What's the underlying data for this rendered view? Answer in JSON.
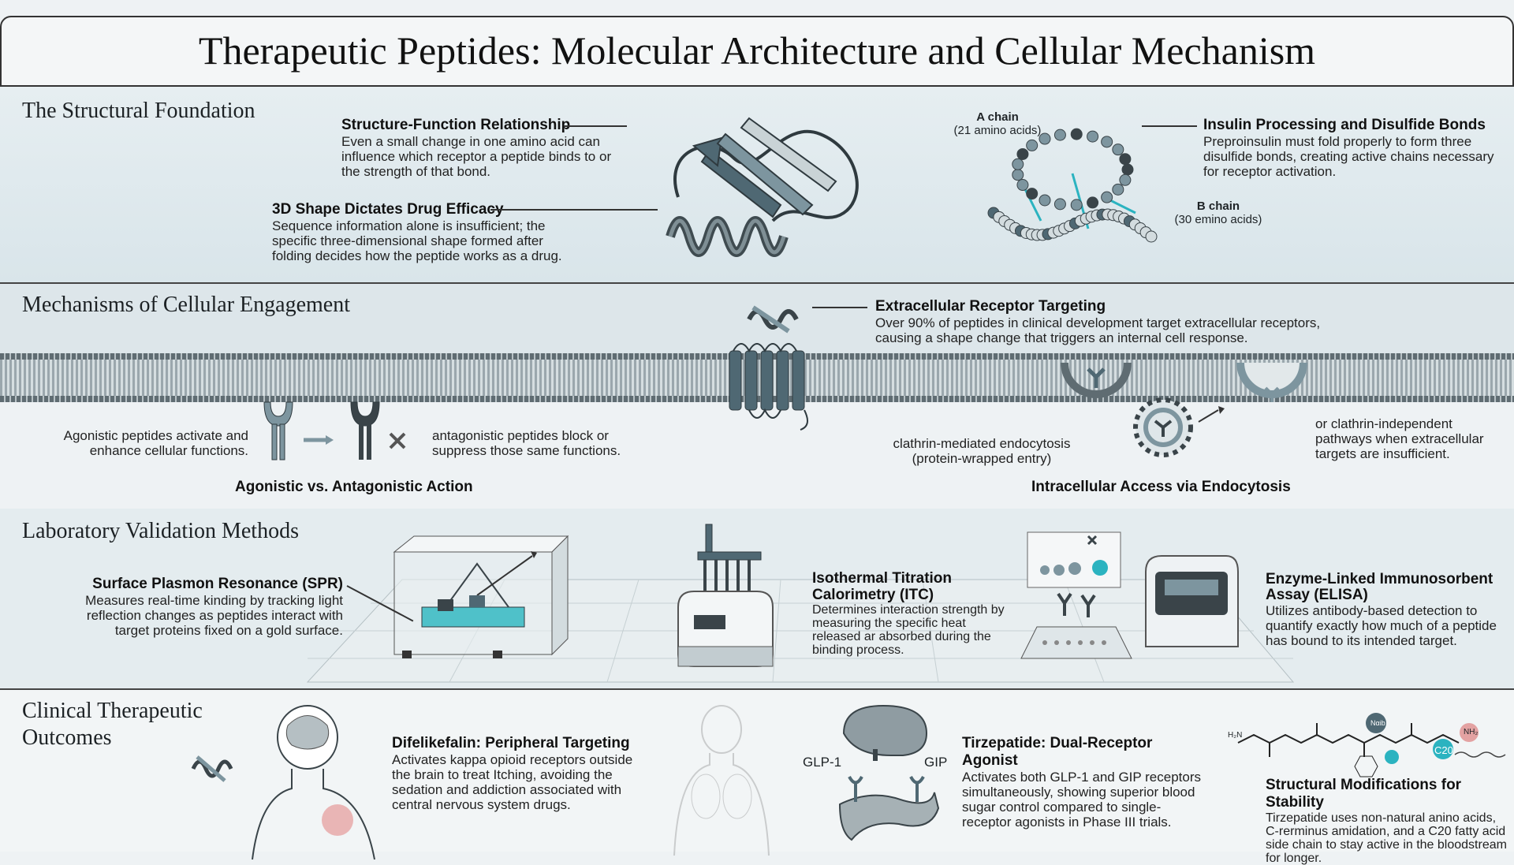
{
  "title": "Therapeutic Peptides: Molecular Architecture and Cellular Mechanism",
  "sections": {
    "structural": {
      "title": "The Structural Foundation",
      "structure_function": {
        "heading": "Structure-Function Relationship",
        "body": "Even a small change in one amino acid can influence which receptor a peptide binds to or the strength of that bond."
      },
      "shape_efficacy": {
        "heading": "3D Shape Dictates Drug Efficacy",
        "body": "Sequence information alone is insufficient; the specific three-dimensional shape formed after folding decides how the peptide works as a drug."
      },
      "a_chain": "A chain",
      "a_chain_count": "(21 amino acids)",
      "b_chain": "B chain",
      "b_chain_count": "(30 emino acids)",
      "insulin": {
        "heading": "Insulin Processing and Disulfide Bonds",
        "body": "Preproinsulin must fold properly to form three disulfide bonds, creating active chains necessary for receptor activation."
      }
    },
    "engagement": {
      "title": "Mechanisms of Cellular Engagement",
      "extracellular": {
        "heading": "Extracellular Receptor Targeting",
        "body": "Over 90% of peptides in clinical development target extracellular receptors, causing a shape change that triggers an internal cell response."
      },
      "agonist_text": "Agonistic peptides activate and enhance cellular functions.",
      "antagonist_text": "antagonistic peptides block or suppress those same functions.",
      "agonist_caption": "Agonistic vs. Antagonistic Action",
      "clathrin_text": "clathrin-mediated endocytosis (protein-wrapped entry)",
      "independent_text": "or clathrin-independent pathways when extracellular targets are insufficient.",
      "endocytosis_caption": "Intracellular Access via Endocytosis"
    },
    "lab": {
      "title": "Laboratory Validation Methods",
      "spr": {
        "heading": "Surface Plasmon Resonance (SPR)",
        "body": "Measures real-time kinding by tracking light reflection changes as peptides interact with target proteins fixed on a gold surface."
      },
      "itc": {
        "heading": "Isothermal Titration Calorimetry (ITC)",
        "body": "Determines interaction strength by measuring the specific heat released ar absorbed during the binding process."
      },
      "elisa": {
        "heading": "Enzyme-Linked Immunosorbent Assay (ELISA)",
        "body": "Utilizes antibody-based detection to quantify exactly how much of a peptide has bound to its intended target."
      }
    },
    "clinical": {
      "title": "Clinical Therapeutic Outcomes",
      "difelikefalin": {
        "heading": "Difelikefalin: Peripheral Targeting",
        "body": "Activates kappa opioid receptors outside the brain to treat Itching, avoiding the sedation and addiction associated with central nervous system drugs."
      },
      "glp1": "GLP-1",
      "gip": "GIP",
      "tirzepatide": {
        "heading": "Tirzepatide: Dual-Receptor Agonist",
        "body": "Activates both GLP-1 and GIP receptors simultaneously, showing superior blood sugar control compared to single-receptor agonists in Phase III trials."
      },
      "mod_labels": {
        "h2n": "H₂N",
        "naib": "Nαib",
        "c20": "C20",
        "nh2": "NH₂"
      },
      "modifications": {
        "heading": "Structural Modifications for Stability",
        "body": "Tirzepatide uses non-natural anino acids, C-rerminus amidation, and a C20 fatty acid side chain to stay active in the bloodstream for longer."
      }
    }
  },
  "colors": {
    "teal": "#2bb3c0",
    "slate": "#4f6873",
    "dark": "#3a4449",
    "membrane": "#9aa6ab",
    "accent_red": "#d96b6b"
  }
}
